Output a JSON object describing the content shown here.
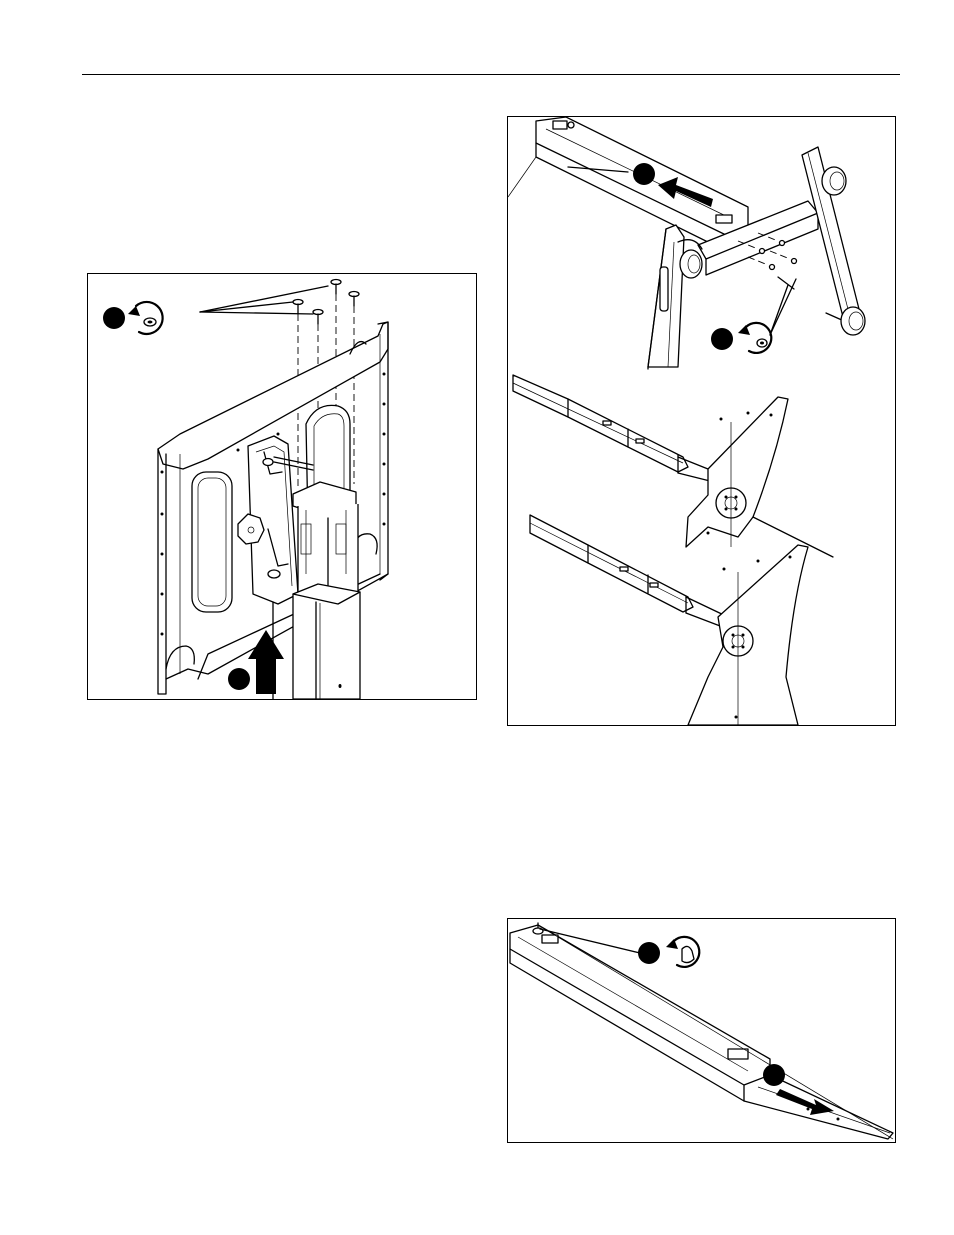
{
  "page": {
    "header_rule": true
  },
  "figures": [
    {
      "id": "mount-plate-install",
      "icons": [
        "step-marker",
        "turn-counterclockwise-icon",
        "upward-arrow-icon",
        "screw-icon"
      ]
    },
    {
      "id": "base-leg-assembly",
      "icons": [
        "step-marker",
        "slide-arrow-icon",
        "turn-counterclockwise-icon",
        "caster-wheel",
        "base-foot"
      ]
    },
    {
      "id": "column-extension",
      "icons": [
        "step-marker",
        "turn-by-hand-icon",
        "slide-arrow-icon"
      ]
    }
  ],
  "colors": {
    "ink": "#000000",
    "paper": "#ffffff"
  }
}
